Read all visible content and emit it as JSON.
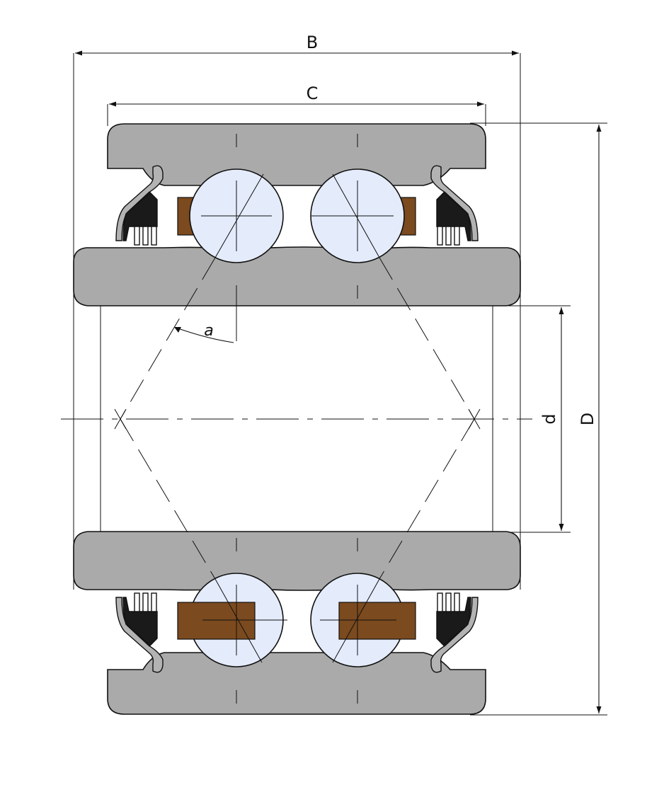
{
  "labels": {
    "B": "B",
    "C": "C",
    "D": "D",
    "d": "d",
    "a": "a"
  },
  "colors": {
    "ring": "#aaaaaa",
    "ball": "#e4ebfb",
    "cage": "#7b4a1e",
    "seal_metal": "#b3b3b3",
    "seal_rubber": "#1a1a1a",
    "line": "#111111"
  }
}
